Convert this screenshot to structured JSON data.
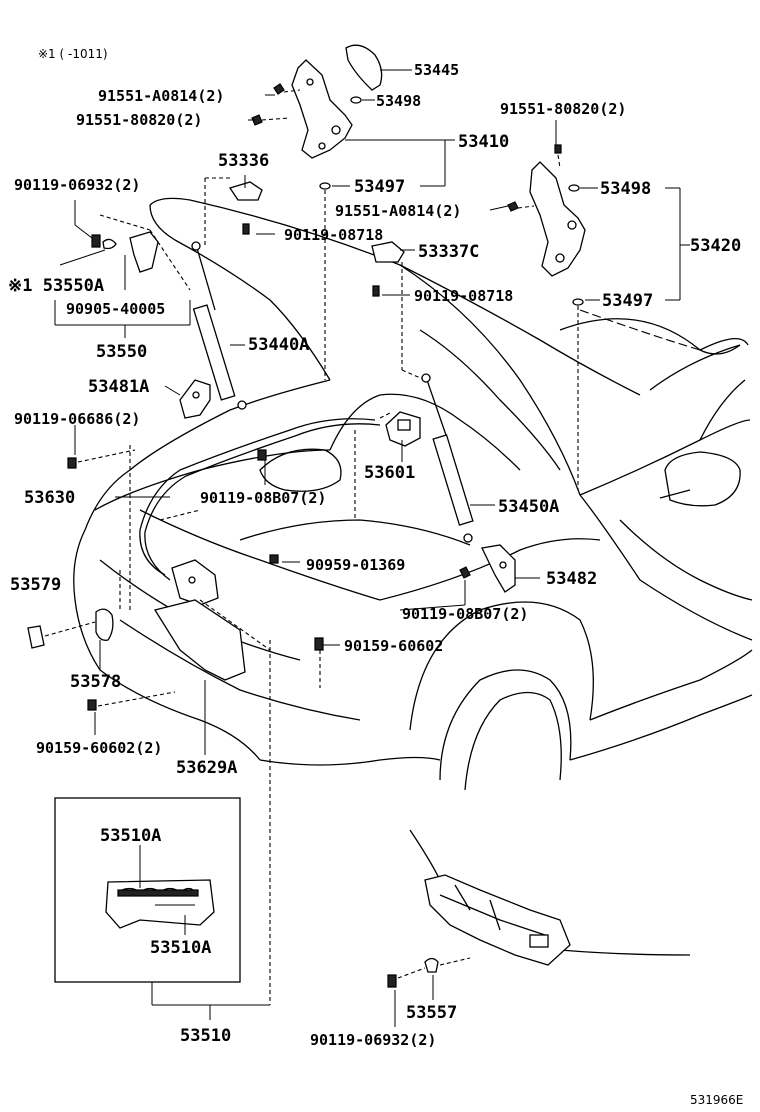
{
  "note": "※1 (   -1011)",
  "image_code": "531966E",
  "labels": {
    "l53445": "53445",
    "l91551_a0814_top": "91551-A0814(2)",
    "l53498_top": "53498",
    "l91551_80820_left": "91551-80820(2)",
    "l53410": "53410",
    "l91551_80820_right": "91551-80820(2)",
    "l53336": "53336",
    "l53497_top": "53497",
    "l53498_right": "53498",
    "l90119_06932_top": "90119-06932(2)",
    "l91551_a0814_right": "91551-A0814(2)",
    "l90119_08718_a": "90119-08718",
    "l53420": "53420",
    "l53337c": "53337C",
    "l53550a": "※1 53550A",
    "l90119_08718_b": "90119-08718",
    "l90905_40005": "90905-40005",
    "l53497_right": "53497",
    "l53550": "53550",
    "l53440a": "53440A",
    "l53481a": "53481A",
    "l90119_06686": "90119-06686(2)",
    "l53601": "53601",
    "l90119_08b07_a": "90119-08B07(2)",
    "l53630": "53630",
    "l53450a": "53450A",
    "l90959_01369": "90959-01369",
    "l53579": "53579",
    "l53482": "53482",
    "l90119_08b07_b": "90119-08B07(2)",
    "l90159_60602_a": "90159-60602",
    "l53578": "53578",
    "l90159_60602_b": "90159-60602(2)",
    "l53629a": "53629A",
    "l53510a_top": "53510A",
    "l53510a_bottom": "53510A",
    "l53557": "53557",
    "l90119_06932_bottom": "90119-06932(2)",
    "l53510": "53510"
  }
}
